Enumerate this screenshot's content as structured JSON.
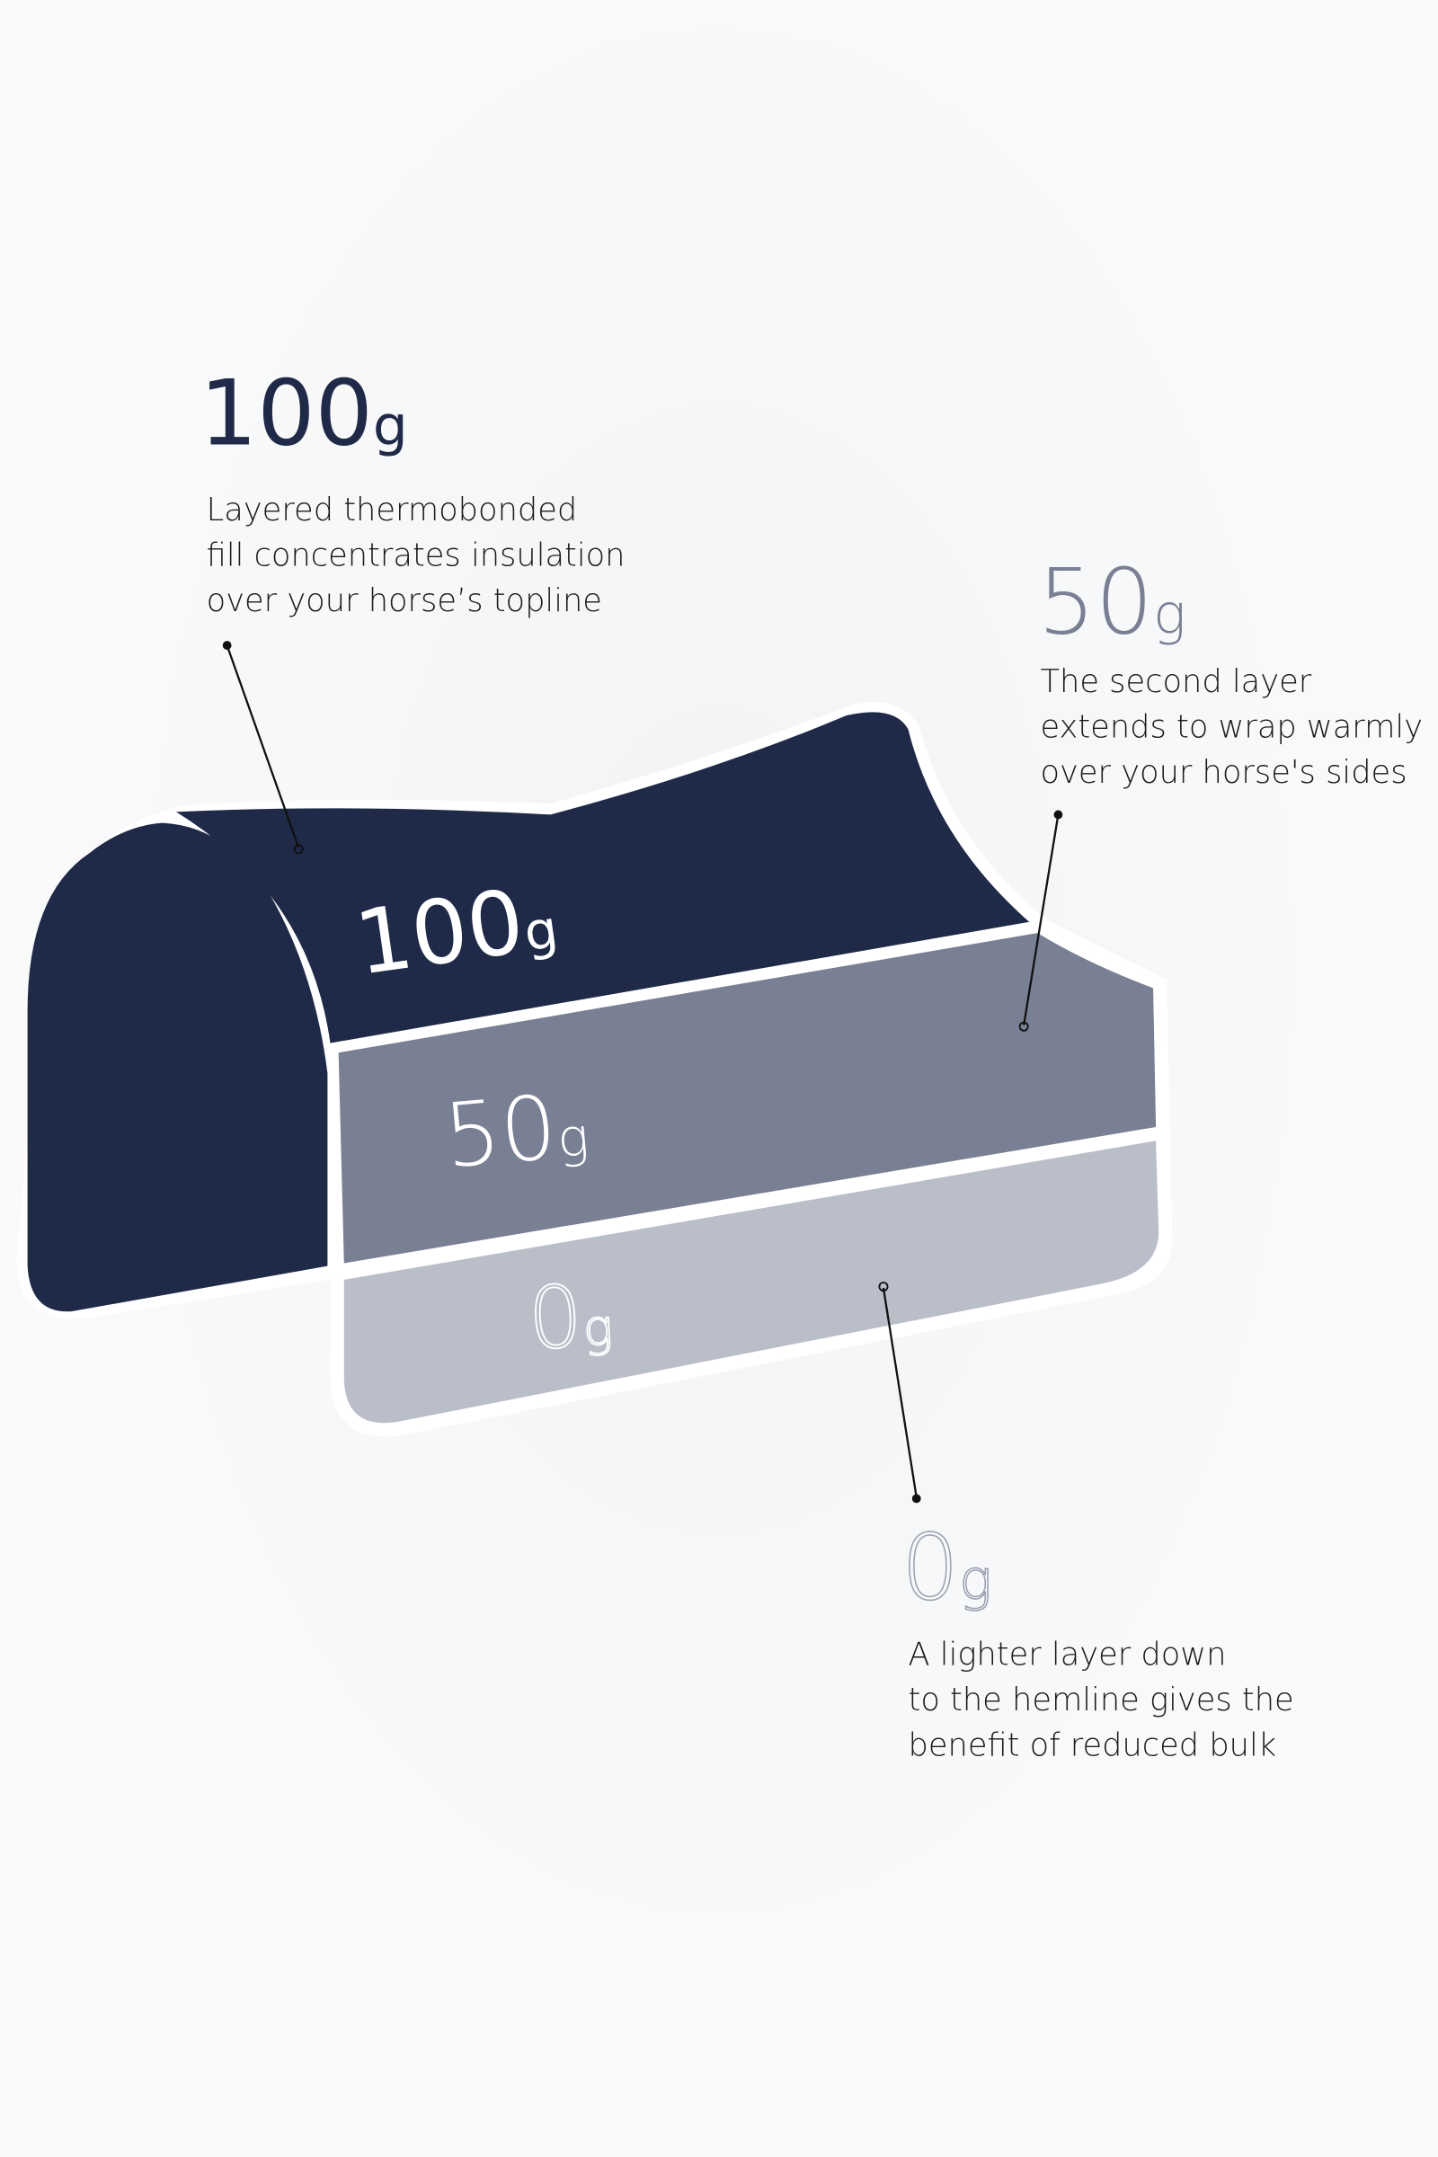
{
  "colors": {
    "layer_100": "#1f2a48",
    "layer_50": "#7a8093",
    "layer_0": "#babec8",
    "outline": "#ffffff",
    "text": "#1a1a1a",
    "background": "#f8f8f9"
  },
  "callouts": [
    {
      "value": "100",
      "unit": "g",
      "lines": [
        "Layered thermobonded",
        "fill concentrates insulation",
        "over your horse’s topline"
      ]
    },
    {
      "value": "50",
      "unit": "g",
      "lines": [
        "The second layer",
        "extends to wrap warmly",
        "over your horse's sides"
      ]
    },
    {
      "value": "0",
      "unit": "g",
      "lines": [
        "A lighter layer down",
        "to the hemline gives the",
        "benefit of reduced bulk"
      ]
    }
  ],
  "shape_labels": [
    {
      "value": "100",
      "unit": "g"
    },
    {
      "value": "50",
      "unit": "g"
    },
    {
      "value": "0",
      "unit": "g"
    }
  ]
}
